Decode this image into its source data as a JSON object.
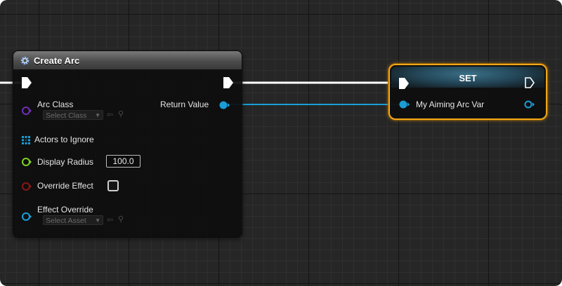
{
  "create_arc_node": {
    "title": "Create Arc",
    "inputs": {
      "arc_class": {
        "label": "Arc Class",
        "select_text": "Select Class"
      },
      "actors_to_ignore": {
        "label": "Actors to Ignore"
      },
      "display_radius": {
        "label": "Display Radius",
        "value": "100.0"
      },
      "override_effect": {
        "label": "Override Effect",
        "checked": false
      },
      "effect_override": {
        "label": "Effect Override",
        "select_text": "Select Asset"
      }
    },
    "outputs": {
      "return_value": {
        "label": "Return Value"
      }
    }
  },
  "set_node": {
    "title": "SET",
    "input_label": "My Aiming Arc Var"
  },
  "colors": {
    "exec": "#ffffff",
    "object_pin": "#1a9ed6",
    "class_pin": "#6f2fb5",
    "float_pin": "#7ed321",
    "bool_pin": "#8b1616",
    "set_border": "#f2a616"
  }
}
